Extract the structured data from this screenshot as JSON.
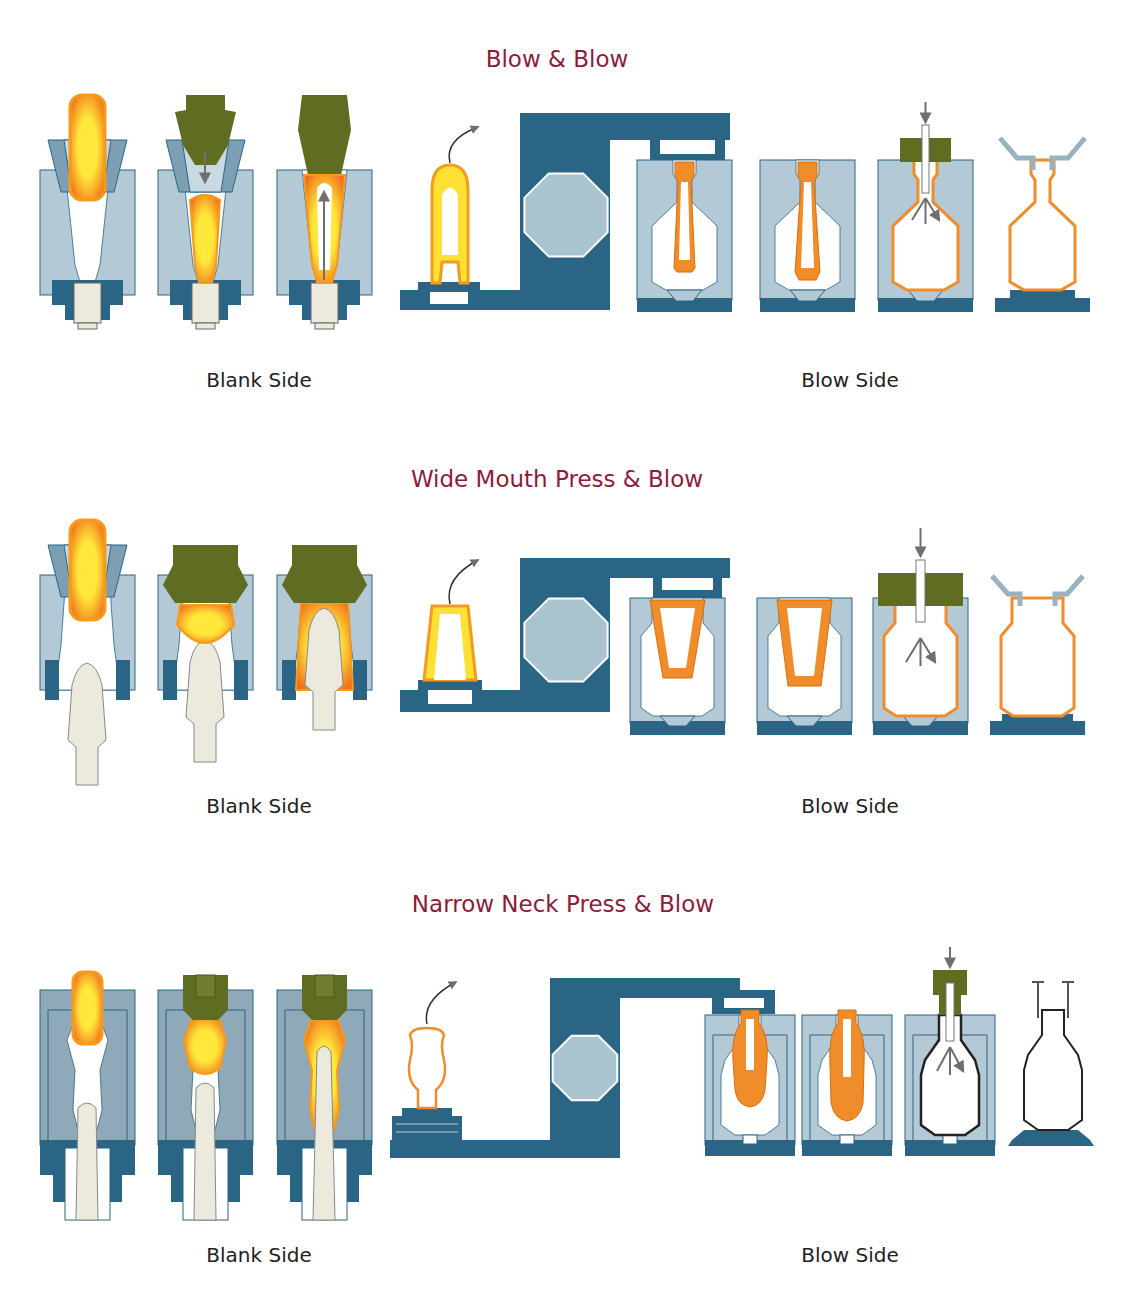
{
  "diagram": {
    "labels": [
      "Blow & Blow",
      "Blank Side",
      "Blow Side",
      "Wide Mouth Press & Blow",
      "Blank Side",
      "Blow Side",
      "Narrow Neck Press & Blow",
      "Blank Side",
      "Blow Side"
    ]
  }
}
